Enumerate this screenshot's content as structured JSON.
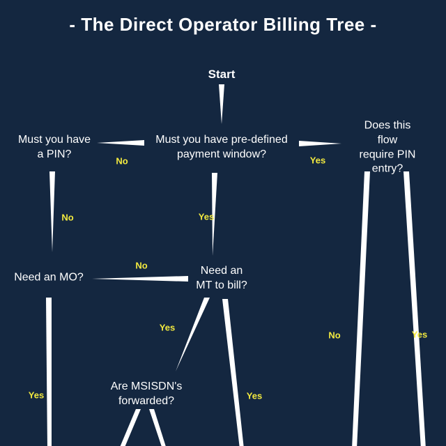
{
  "title": "- The Direct Operator Billing Tree -",
  "colors": {
    "background": "#142740",
    "text": "#ffffff",
    "edge_label": "#f3ea3f"
  },
  "nodes": {
    "start": "Start",
    "payment_window": "Must you have pre-defined\npayment window?",
    "pin": "Must you have\na PIN?",
    "pin_entry": "Does this flow\nrequire PIN entry?",
    "mo": "Need an MO?",
    "mt": "Need an\nMT to bill?",
    "msisdn": "Are MSISDN's\nforwarded?"
  },
  "edge_labels": {
    "no_window_to_pin": "No",
    "yes_window_to_pinentry": "Yes",
    "no_pin_down": "No",
    "yes_window_to_mt": "Yes",
    "no_mt_to_mo": "No",
    "yes_mt_to_msisdn": "Yes",
    "yes_mo_down": "Yes",
    "yes_mt_down": "Yes",
    "no_pinentry_down": "No",
    "yes_pinentry_down": "Yes"
  }
}
